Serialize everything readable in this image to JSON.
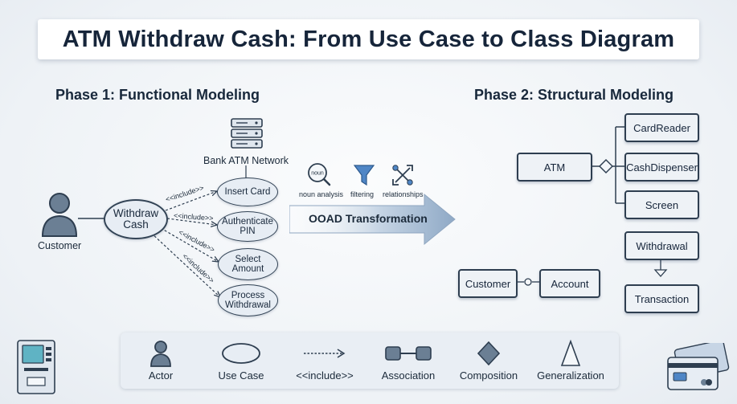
{
  "title": "ATM Withdraw Cash: From Use Case to Class Diagram",
  "phase1": {
    "heading": "Phase 1: Functional Modeling",
    "actor": "Customer",
    "system": "Bank ATM Network",
    "main_use_case": [
      "Withdraw",
      "Cash"
    ],
    "include_label": "<<include>>",
    "use_cases": [
      [
        "Insert Card"
      ],
      [
        "Authenticate",
        "PIN"
      ],
      [
        "Select",
        "Amount"
      ],
      [
        "Process",
        "Withdrawal"
      ]
    ]
  },
  "transformation": {
    "label": "OOAD Transformation",
    "noun_icon_text": "noun",
    "tools": [
      "noun analysis",
      "filtering",
      "relationships"
    ]
  },
  "phase2": {
    "heading": "Phase 2: Structural Modeling",
    "classes": {
      "atm": "ATM",
      "card_reader": "CardReader",
      "cash_dispenser": "CashDispenser",
      "screen": "Screen",
      "withdrawal": "Withdrawal",
      "transaction": "Transaction",
      "customer": "Customer",
      "account": "Account"
    }
  },
  "legend": {
    "actor": "Actor",
    "use_case": "Use Case",
    "include": "<<include>>",
    "association": "Association",
    "composition": "Composition",
    "generalization": "Generalization"
  },
  "colors": {
    "accent_blue": "#4f86c6",
    "line_dark": "#2e3e50",
    "shape_fill": "#e7edf4"
  }
}
